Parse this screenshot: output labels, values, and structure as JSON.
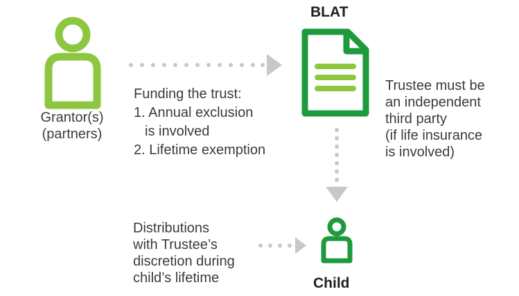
{
  "blat_title": "BLAT",
  "grantor": {
    "line1": "Grantor(s)",
    "line2": "(partners)"
  },
  "funding": {
    "line1": "Funding the trust:",
    "line2": "1. Annual exclusion",
    "line3": "is involved",
    "line4": "2. Lifetime exemption"
  },
  "trustee_note": {
    "line1": "Trustee must be",
    "line2": "an independent",
    "line3": "third party",
    "line4": "(if life insurance",
    "line5": "is involved)"
  },
  "distributions": {
    "line1": "Distributions",
    "line2": "with Trustee’s",
    "line3": "discretion during",
    "line4": "child’s lifetime"
  },
  "child_label": "Child",
  "colors": {
    "grantor_icon": "#8dc63f",
    "document_green": "#1e9a3c",
    "document_lines": "#8dc63f",
    "child_icon": "#1e9a3c",
    "arrow_gray": "#c8c8c8"
  },
  "icons": {
    "grantor": "person-outline-icon",
    "document": "document-icon",
    "child": "person-outline-icon"
  }
}
